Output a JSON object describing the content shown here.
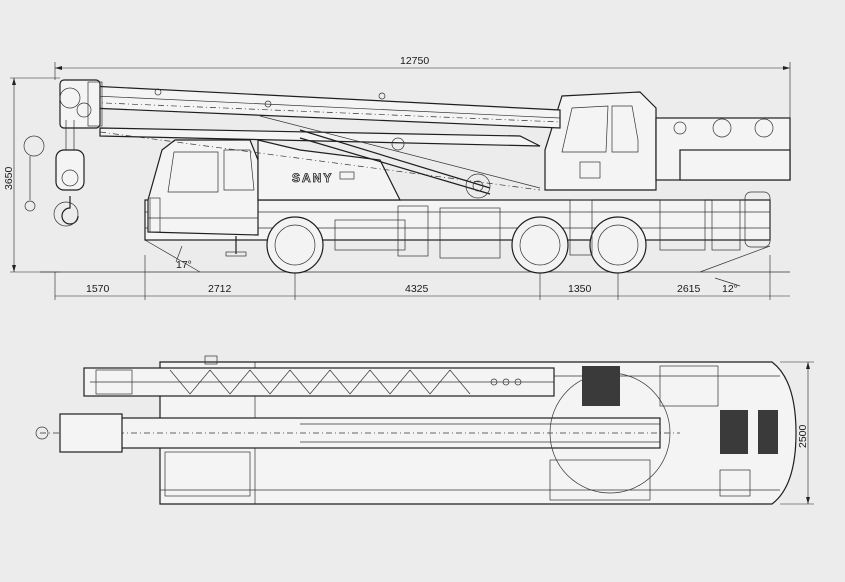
{
  "side_view": {
    "dimensions": {
      "overall_length": "12750",
      "overall_height": "3650",
      "front_overhang": "1570",
      "wheelbase_1": "2712",
      "wheelbase_2": "4325",
      "wheelbase_3": "1350",
      "rear_overhang": "2615",
      "approach_angle": "17°",
      "departure_angle": "12°"
    },
    "brand_label": "SANY"
  },
  "top_view": {
    "dimensions": {
      "overall_width": "2500"
    }
  }
}
